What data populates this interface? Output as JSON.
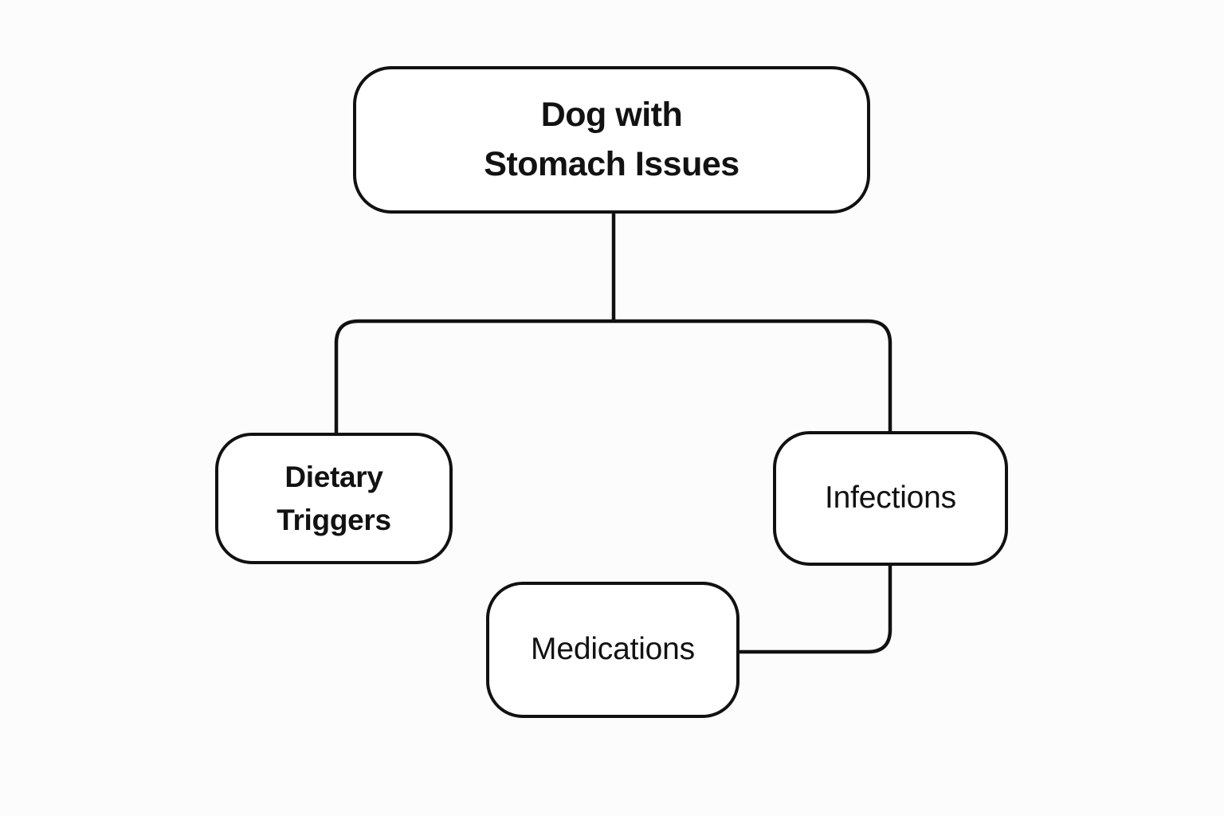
{
  "diagram": {
    "type": "tree-flowchart",
    "background_color": "#fcfcfc",
    "stroke_color": "#111111",
    "node_fill_color": "#ffffff",
    "text_color": "#121212",
    "nodes": [
      {
        "id": "root",
        "label": "Dog with\nStomach Issues",
        "shape": "rounded-rectangle"
      },
      {
        "id": "dietary",
        "label": "Dietary\nTriggers",
        "shape": "rounded-rectangle"
      },
      {
        "id": "infections",
        "label": "Infections",
        "shape": "rounded-rectangle"
      },
      {
        "id": "medications",
        "label": "Medications",
        "shape": "rounded-rectangle"
      }
    ],
    "edges": [
      {
        "id": "root-to-dietary",
        "from": "root",
        "to": "dietary"
      },
      {
        "id": "root-to-infections",
        "from": "root",
        "to": "infections"
      },
      {
        "id": "infections-to-medications",
        "from": "infections",
        "to": "medications"
      }
    ]
  }
}
